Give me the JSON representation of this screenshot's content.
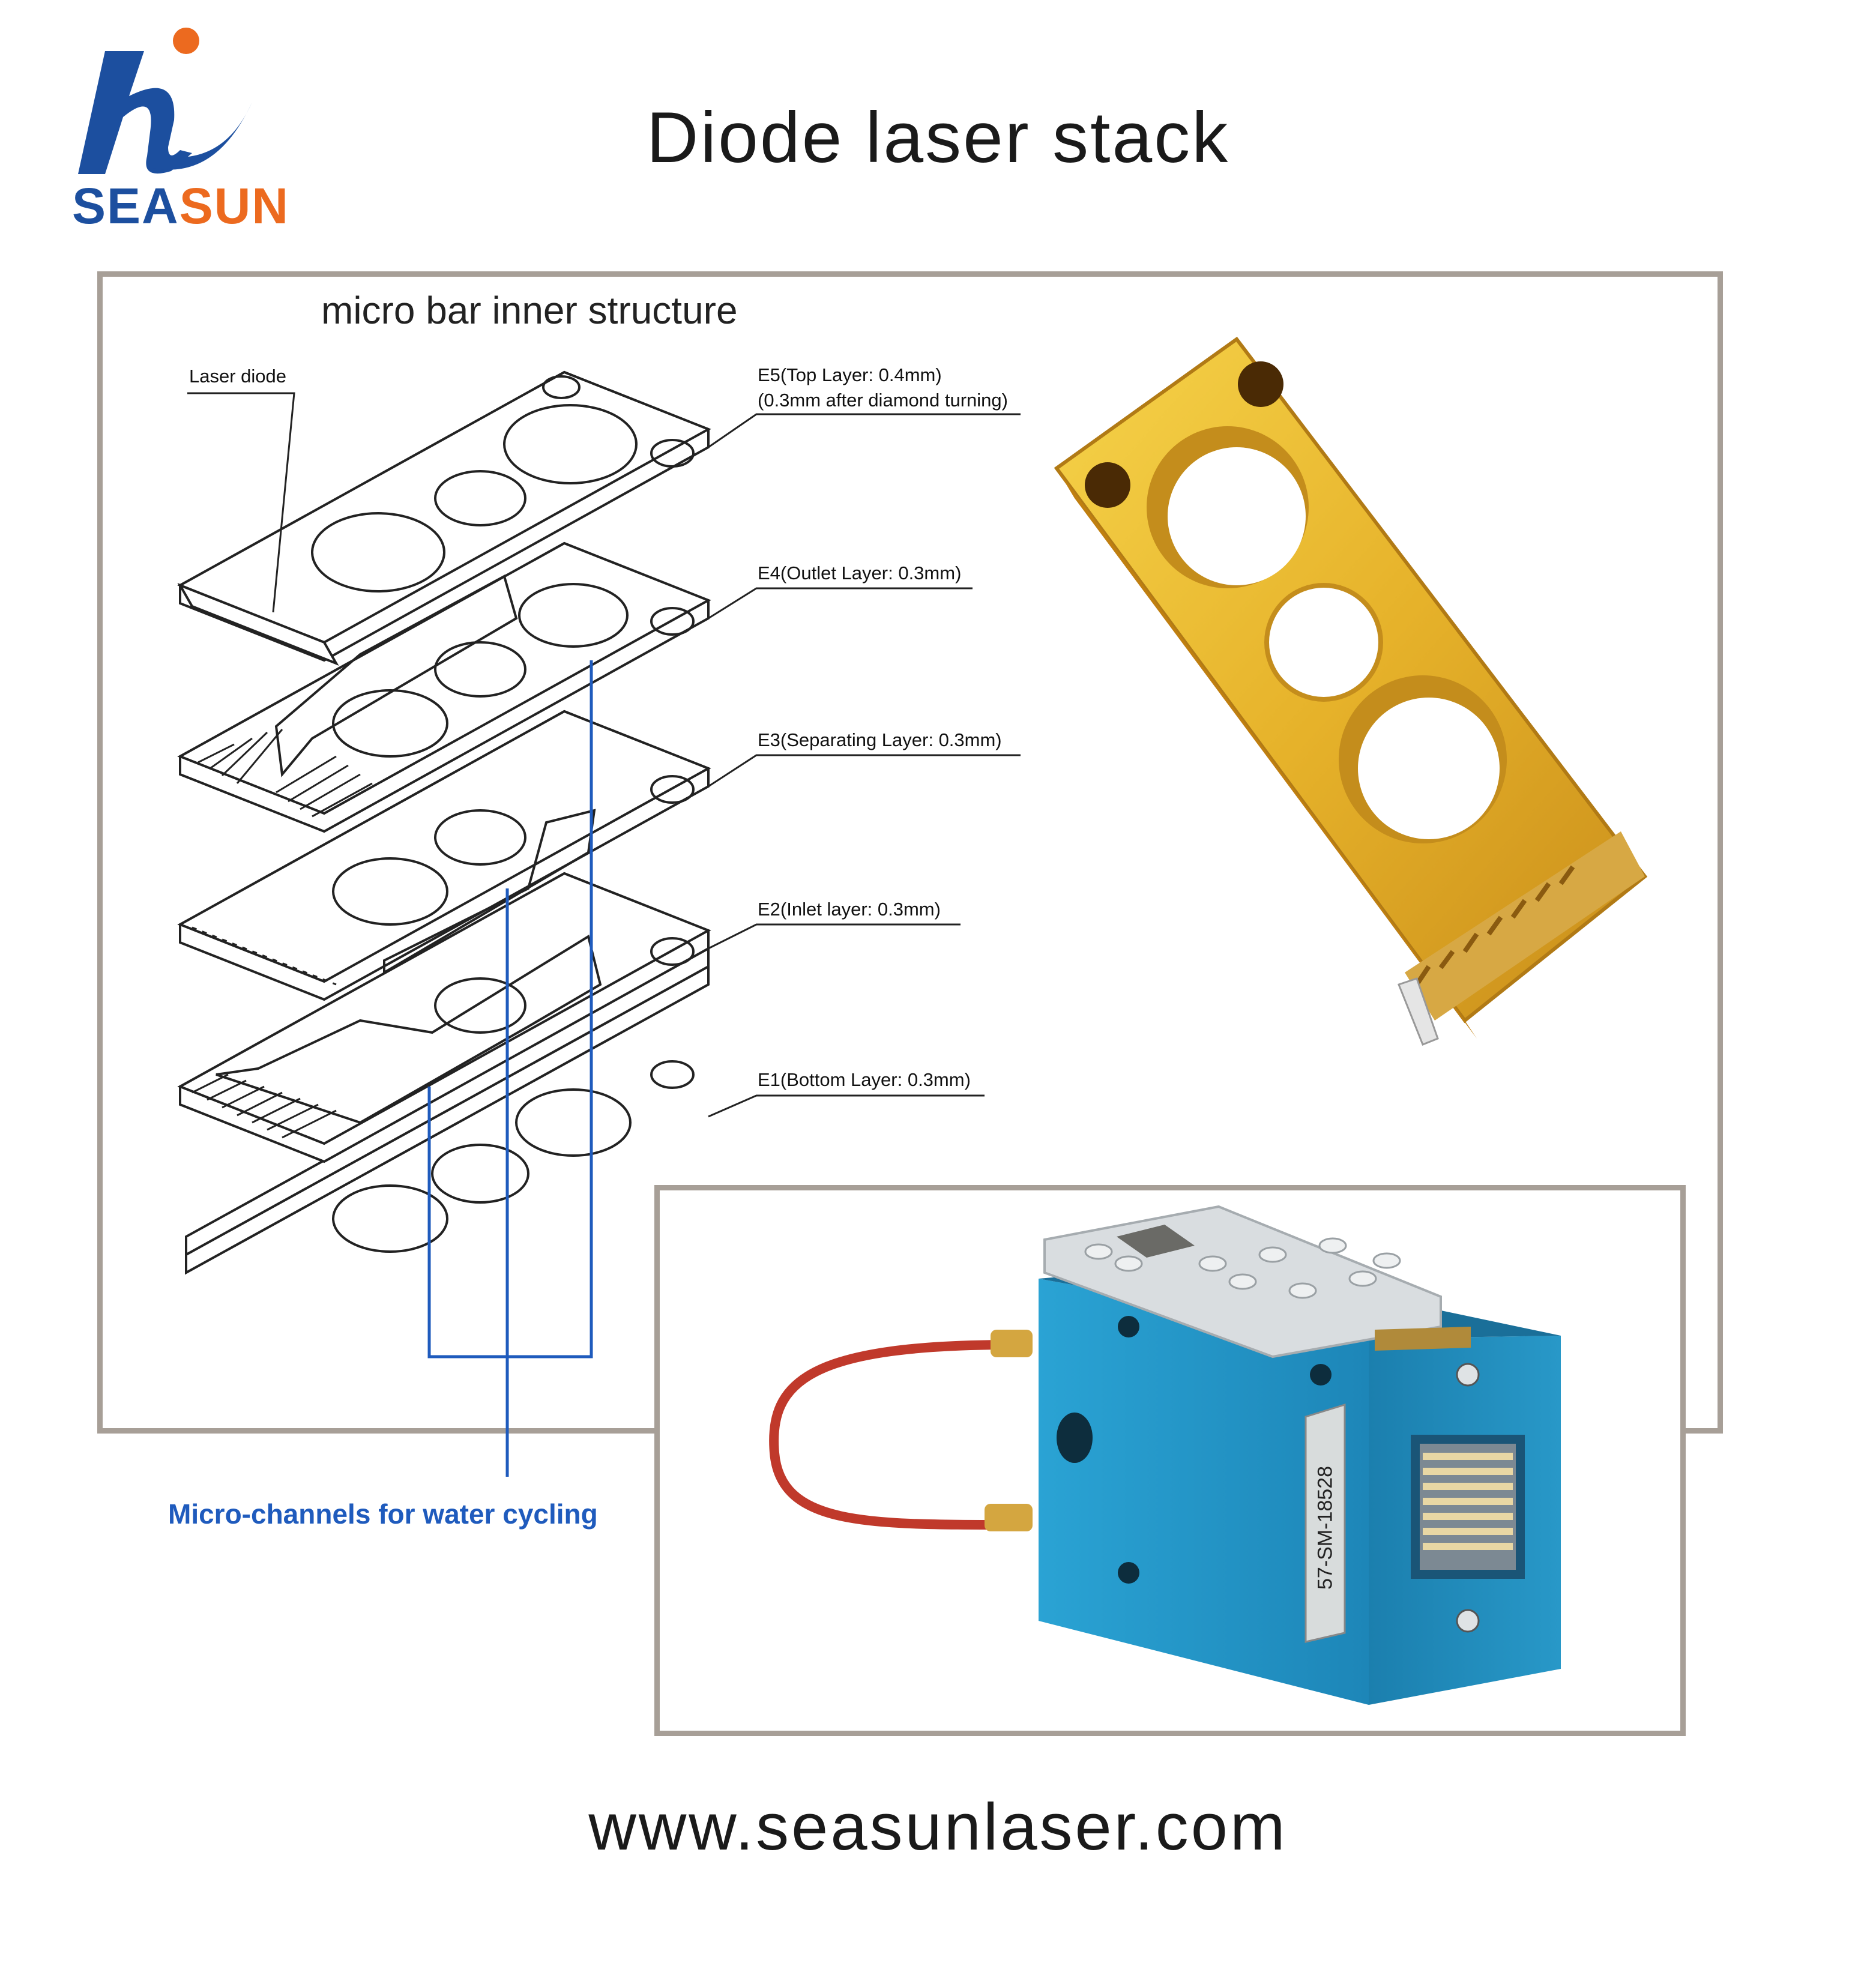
{
  "logo": {
    "brand_first": "SEA",
    "brand_second": "SUN",
    "color_blue": "#1c4f9f",
    "color_orange": "#ec6a1f"
  },
  "title": "Diode laser stack",
  "diagram": {
    "subtitle": "micro bar inner structure",
    "laser_diode_label": "Laser diode",
    "layers": [
      {
        "line1": "E5(Top Layer: 0.4mm)",
        "line2": "(0.3mm after diamond turning)"
      },
      {
        "line1": "E4(Outlet Layer: 0.3mm)",
        "line2": ""
      },
      {
        "line1": "E3(Separating Layer: 0.3mm)",
        "line2": ""
      },
      {
        "line1": "E2(Inlet layer: 0.3mm)",
        "line2": ""
      },
      {
        "line1": "E1(Bottom Layer: 0.3mm)",
        "line2": ""
      }
    ],
    "microchannel_label": "Micro-channels for water cycling",
    "channel_color": "#1f5bbd"
  },
  "photos": {
    "serial_label": "57-SM-18528"
  },
  "footer": "www.seasunlaser.com"
}
